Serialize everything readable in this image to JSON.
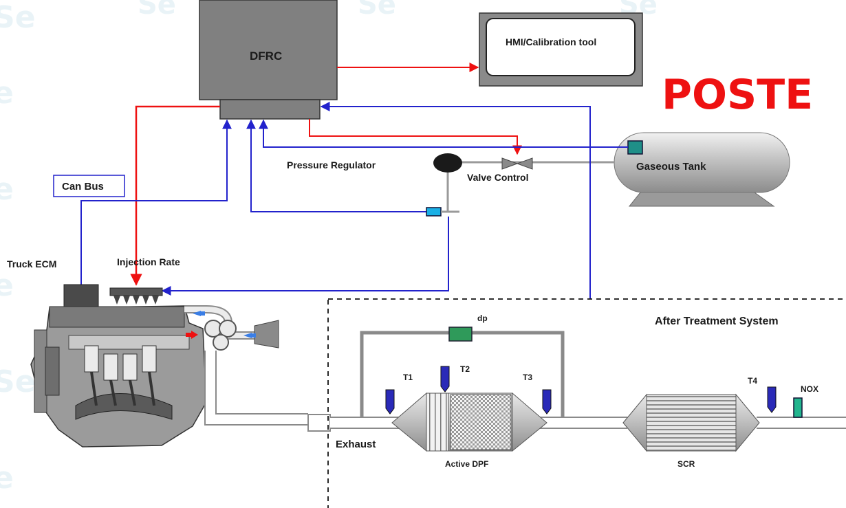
{
  "labels": {
    "dfrc": "DFRC",
    "hmi": "HMI/Calibration tool",
    "poster": "POSTE",
    "gaseous_tank": "Gaseous  Tank",
    "pressure_regulator": "Pressure Regulator",
    "valve_control": "Valve Control",
    "can_bus": "Can Bus",
    "truck_ecm": "Truck ECM",
    "injection_rate": "Injection Rate",
    "after_treatment": "After Treatment System",
    "dp": "dp",
    "t1": "T1",
    "t2": "T2",
    "t3": "T3",
    "t4": "T4",
    "nox": "NOX",
    "exhaust": "Exhaust",
    "active_dpf": "Active DPF",
    "scr": "SCR"
  },
  "colors": {
    "signal_out": "#ee1111",
    "signal_in": "#2222cc",
    "box_fill": "#808080",
    "pipe": "#9a9a9a",
    "sensor_blue": "#2a2ab8",
    "sensor_cyan": "#1ab0e6",
    "sensor_teal": "#1f8f88",
    "dp_green": "#2f9a5a",
    "nox_green": "#22b58e"
  }
}
